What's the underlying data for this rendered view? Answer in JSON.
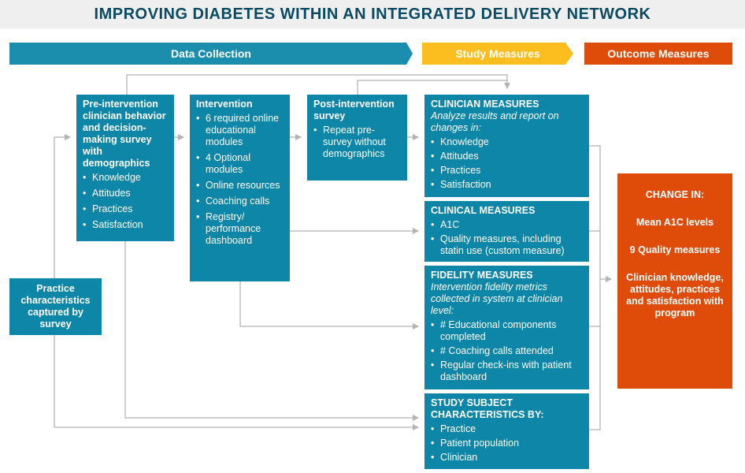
{
  "title": "IMPROVING DIABETES WITHIN AN INTEGRATED DELIVERY NETWORK",
  "banners": {
    "data_collection": "Data Collection",
    "study_measures": "Study Measures",
    "outcome_measures": "Outcome Measures"
  },
  "practice_box": {
    "text": "Practice characteristics captured by survey"
  },
  "pre_intervention": {
    "title": "Pre-intervention clinician behavior and decision-making survey with demographics",
    "items": [
      "Knowledge",
      "Attitudes",
      "Practices",
      "Satisfaction"
    ]
  },
  "intervention": {
    "title": "Intervention",
    "items": [
      "6 required online educational modules",
      "4 Optional modules",
      "Online resources",
      "Coaching calls",
      "Registry/ performance dashboard"
    ]
  },
  "post_intervention": {
    "title": "Post-intervention survey",
    "items": [
      "Repeat pre-survey without demographics"
    ]
  },
  "clinician_measures": {
    "title": "CLINICIAN MEASURES",
    "subtitle": "Analyze results and report on changes in:",
    "items": [
      "Knowledge",
      "Attitudes",
      "Practices",
      "Satisfaction"
    ]
  },
  "clinical_measures": {
    "title": "CLINICAL MEASURES",
    "items": [
      "A1C",
      "Quality measures, including statin use (custom measure)"
    ]
  },
  "fidelity_measures": {
    "title": "FIDELITY MEASURES",
    "subtitle": "Intervention fidelity metrics collected in system at clinician level:",
    "items": [
      "# Educational components completed",
      "# Coaching calls attended",
      "Regular check-ins with patient dashboard"
    ]
  },
  "study_subject": {
    "title": "STUDY SUBJECT CHARACTERISTICS BY:",
    "items": [
      "Practice",
      "Patient population",
      "Clinician"
    ]
  },
  "change": {
    "title": "CHANGE IN:",
    "items": [
      "Mean A1C levels",
      "9 Quality measures",
      "Clinician knowledge, attitudes, practices and satisfaction with program"
    ]
  },
  "colors": {
    "box_teal": "#0d86a8",
    "banner_teal": "#1b8eae",
    "banner_yellow": "#fbbe1e",
    "outcome_orange": "#df4b09",
    "title_navy": "#0b4a63",
    "connector_gray": "#b3b3b3"
  }
}
